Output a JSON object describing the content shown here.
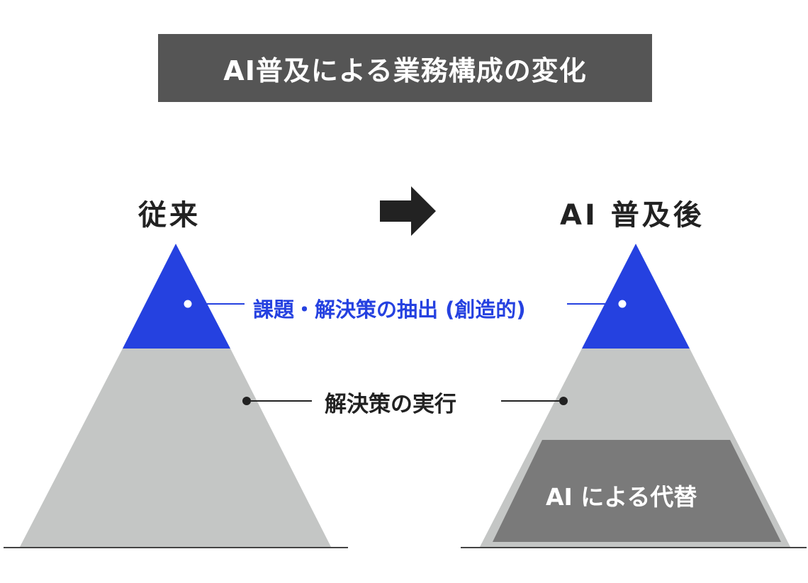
{
  "title": "AI普及による業務構成の変化",
  "headings": {
    "before": "従来",
    "after": "AI 普及後"
  },
  "labels": {
    "creative": "課題・解決策の抽出 (創造的)",
    "execution": "解決策の実行",
    "ai_replacement": "AI による代替"
  },
  "colors": {
    "title_bg": "#555555",
    "blue": "#2541e0",
    "gray_layer": "#c4c6c5",
    "dark_gray_layer": "#7a7a7a",
    "text_dark": "#222222"
  },
  "icons": {
    "arrow": "arrow-right-icon"
  }
}
